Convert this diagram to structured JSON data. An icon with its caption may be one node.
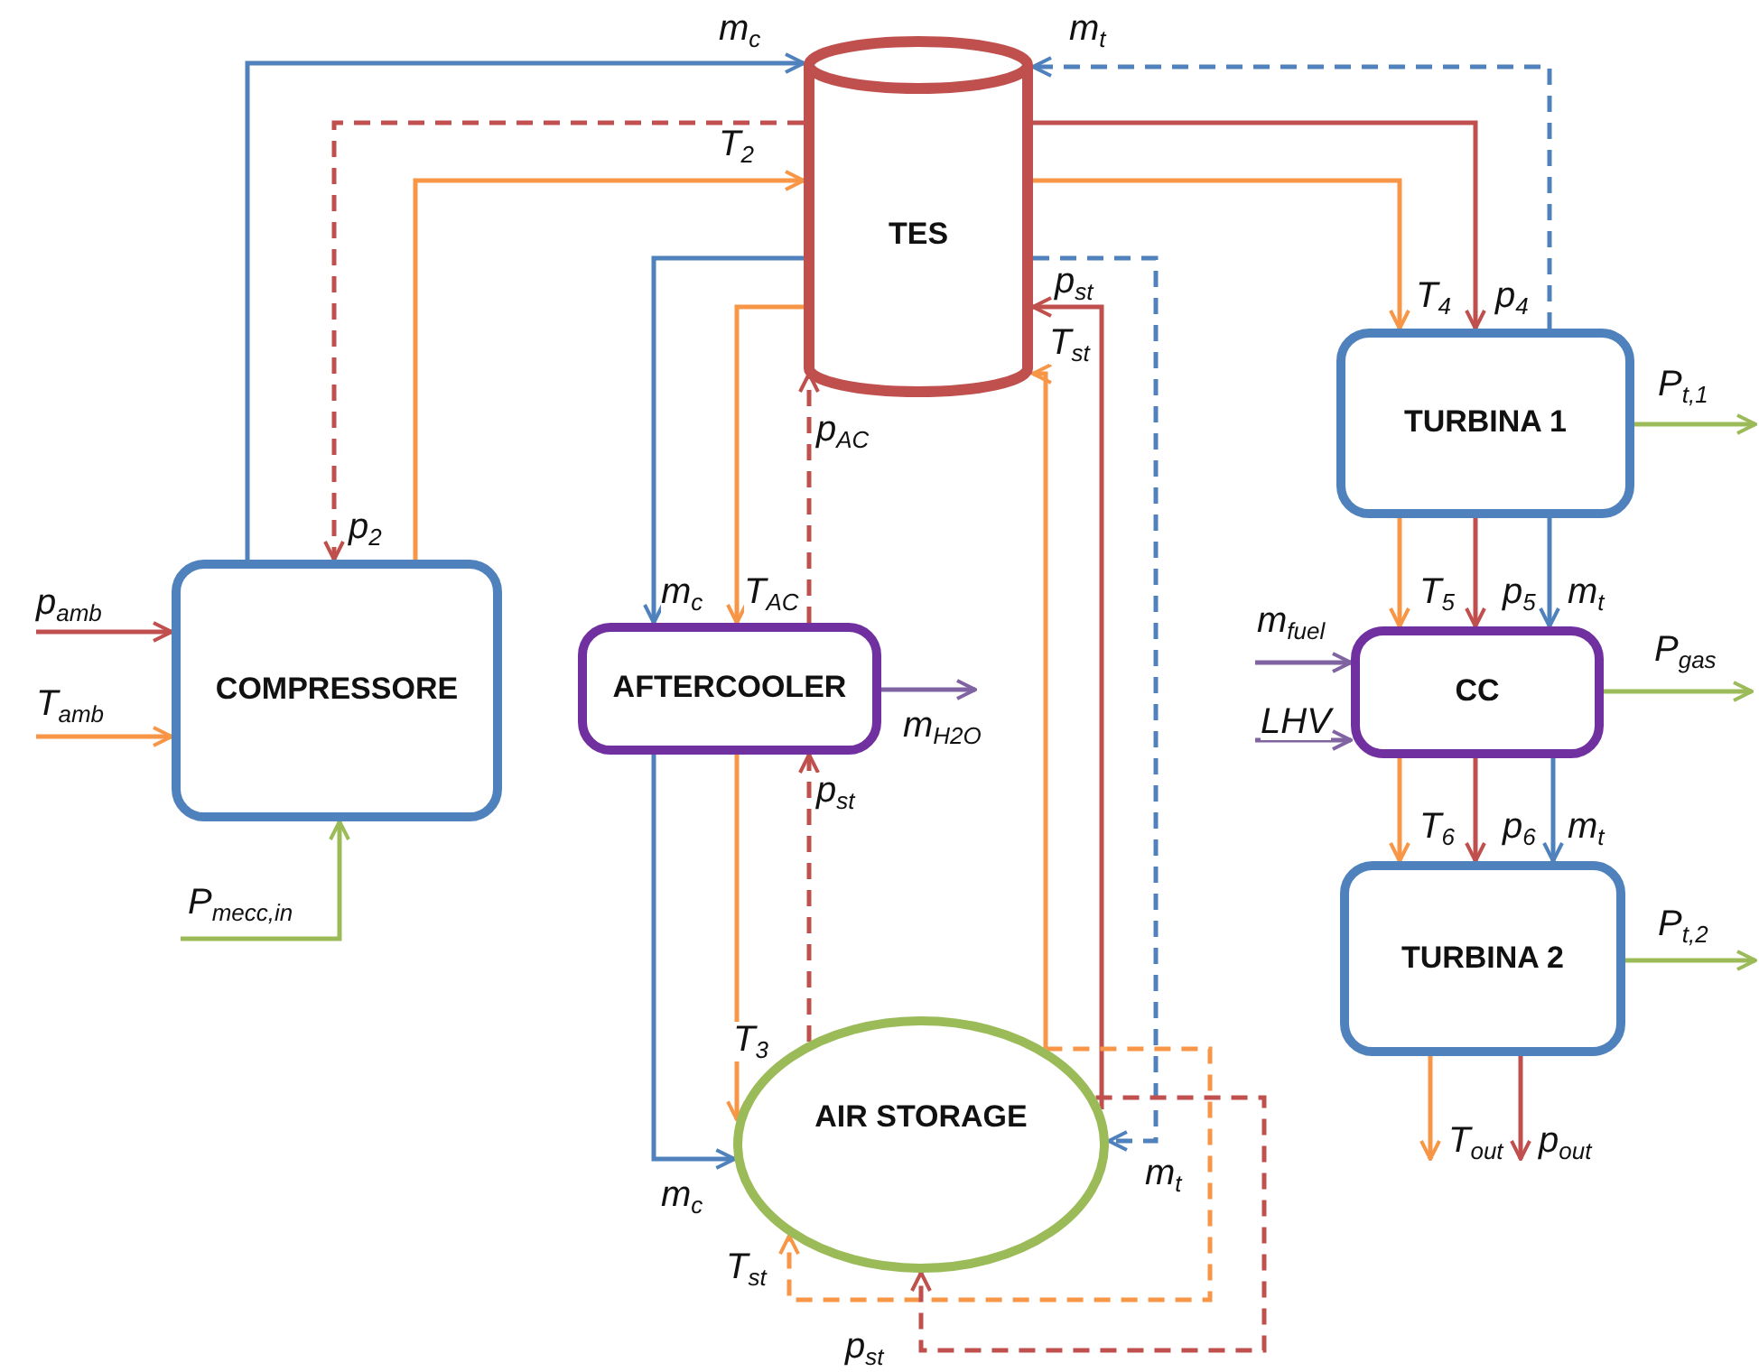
{
  "diagram": {
    "nodes": [
      {
        "text": [
          "TES"
        ]
      },
      {
        "text": [
          "TURBINA 1"
        ]
      },
      {
        "text": [
          "COMPRESSORE"
        ]
      },
      {
        "text": [
          "AFTERCOOLER"
        ]
      },
      {
        "text": [
          "CC"
        ]
      },
      {
        "text": [
          "TURBINA 2"
        ]
      },
      {
        "text": [
          "AIR STORAGE"
        ]
      }
    ],
    "edges": [
      {
        "from": 2,
        "to": 0,
        "arrow": "to",
        "label": "m$_{c}$",
        "color": "#4f81bd"
      },
      {
        "from": 0,
        "to": 2,
        "arrow": "to",
        "label": "p$_{2}$",
        "style": "dashed",
        "color": "#c0504d"
      },
      {
        "from": 2,
        "to": 0,
        "arrow": "to",
        "label": "T$_{2}$",
        "color": "#f79646"
      },
      {
        "from": 0,
        "to": 3,
        "arrow": "to",
        "label": "m$_{c}$",
        "color": "#4f81bd"
      },
      {
        "from": 0,
        "to": 3,
        "arrow": "to",
        "label": "T$_{AC}$",
        "color": "#f79646"
      },
      {
        "from": 3,
        "to": 0,
        "arrow": "to",
        "label": "p$_{AC}$",
        "style": "dashed",
        "color": "#c0504d"
      },
      {
        "from": 3,
        "to": 6,
        "arrow": "to",
        "label": "m$_{c}$",
        "color": "#4f81bd"
      },
      {
        "from": 3,
        "to": 6,
        "arrow": "to",
        "label": "T$_{3}$",
        "color": "#f79646"
      },
      {
        "from": 6,
        "to": 3,
        "arrow": "to",
        "label": "p$_{st}$",
        "style": "dashed",
        "color": "#c0504d"
      },
      {
        "from": 3,
        "to": null,
        "arrow": "to",
        "label": "m$_{H2O}$",
        "color": "#8064a2"
      },
      {
        "from": 6,
        "to": 0,
        "arrow": "to",
        "label": "T$_{st}$",
        "color": "#f79646"
      },
      {
        "from": 6,
        "to": 0,
        "arrow": "to",
        "label": "p$_{st}$",
        "color": "#c0504d"
      },
      {
        "from": 0,
        "to": 6,
        "arrow": "to",
        "label": "m$_{t}$",
        "style": "dashed",
        "color": "#4f81bd"
      },
      {
        "from": 6,
        "to": 6,
        "arrow": "to",
        "label": "T$_{st}$",
        "style": "dashed",
        "color": "#f79646"
      },
      {
        "from": 6,
        "to": 6,
        "arrow": "to",
        "label": "p$_{st}$",
        "style": "dashed",
        "color": "#c0504d"
      },
      {
        "from": 0,
        "to": 1,
        "arrow": "to",
        "label": "T$_{4}$",
        "color": "#f79646"
      },
      {
        "from": 0,
        "to": 1,
        "arrow": "to",
        "label": "p$_{4}$",
        "color": "#c0504d"
      },
      {
        "from": 1,
        "to": 0,
        "arrow": "to",
        "label": "m$_{t}$",
        "style": "dashed",
        "color": "#4f81bd"
      },
      {
        "from": 1,
        "to": 4,
        "arrow": "to",
        "label": "T$_{5}$",
        "color": "#f79646"
      },
      {
        "from": 1,
        "to": 4,
        "arrow": "to",
        "label": "p$_{5}$",
        "color": "#c0504d"
      },
      {
        "from": 1,
        "to": 4,
        "arrow": "to",
        "label": "m$_{t}$",
        "color": "#4f81bd"
      },
      {
        "from": null,
        "to": 4,
        "arrow": "to",
        "label": "m$_{fuel}$",
        "color": "#8064a2"
      },
      {
        "from": null,
        "to": 4,
        "arrow": "to",
        "label": "LHV",
        "color": "#8064a2"
      },
      {
        "from": 4,
        "to": null,
        "arrow": "to",
        "label": "P$_{gas}$",
        "color": "#9bbb59"
      },
      {
        "from": 1,
        "to": null,
        "arrow": "to",
        "label": "P$_{t,1}$",
        "color": "#9bbb59"
      },
      {
        "from": 4,
        "to": 5,
        "arrow": "to",
        "label": "T$_{6}$",
        "color": "#f79646"
      },
      {
        "from": 4,
        "to": 5,
        "arrow": "to",
        "label": "p$_{6}$",
        "color": "#c0504d"
      },
      {
        "from": 4,
        "to": 5,
        "arrow": "to",
        "label": "m$_{t}$",
        "color": "#4f81bd"
      },
      {
        "from": 5,
        "to": null,
        "arrow": "to",
        "label": "P$_{t,2}$",
        "color": "#9bbb59"
      },
      {
        "from": 5,
        "to": null,
        "arrow": "to",
        "label": "T$_{out}$",
        "color": "#f79646"
      },
      {
        "from": 5,
        "to": null,
        "arrow": "to",
        "label": "p$_{out}$",
        "color": "#c0504d"
      },
      {
        "from": null,
        "to": 2,
        "arrow": "to",
        "label": "p$_{amb}$",
        "color": "#c0504d"
      },
      {
        "from": null,
        "to": 2,
        "arrow": "to",
        "label": "T$_{amb}$",
        "color": "#f79646"
      },
      {
        "from": null,
        "to": 2,
        "arrow": "to",
        "label": "P$_{mecc,in}$",
        "color": "#9bbb59"
      }
    ]
  }
}
